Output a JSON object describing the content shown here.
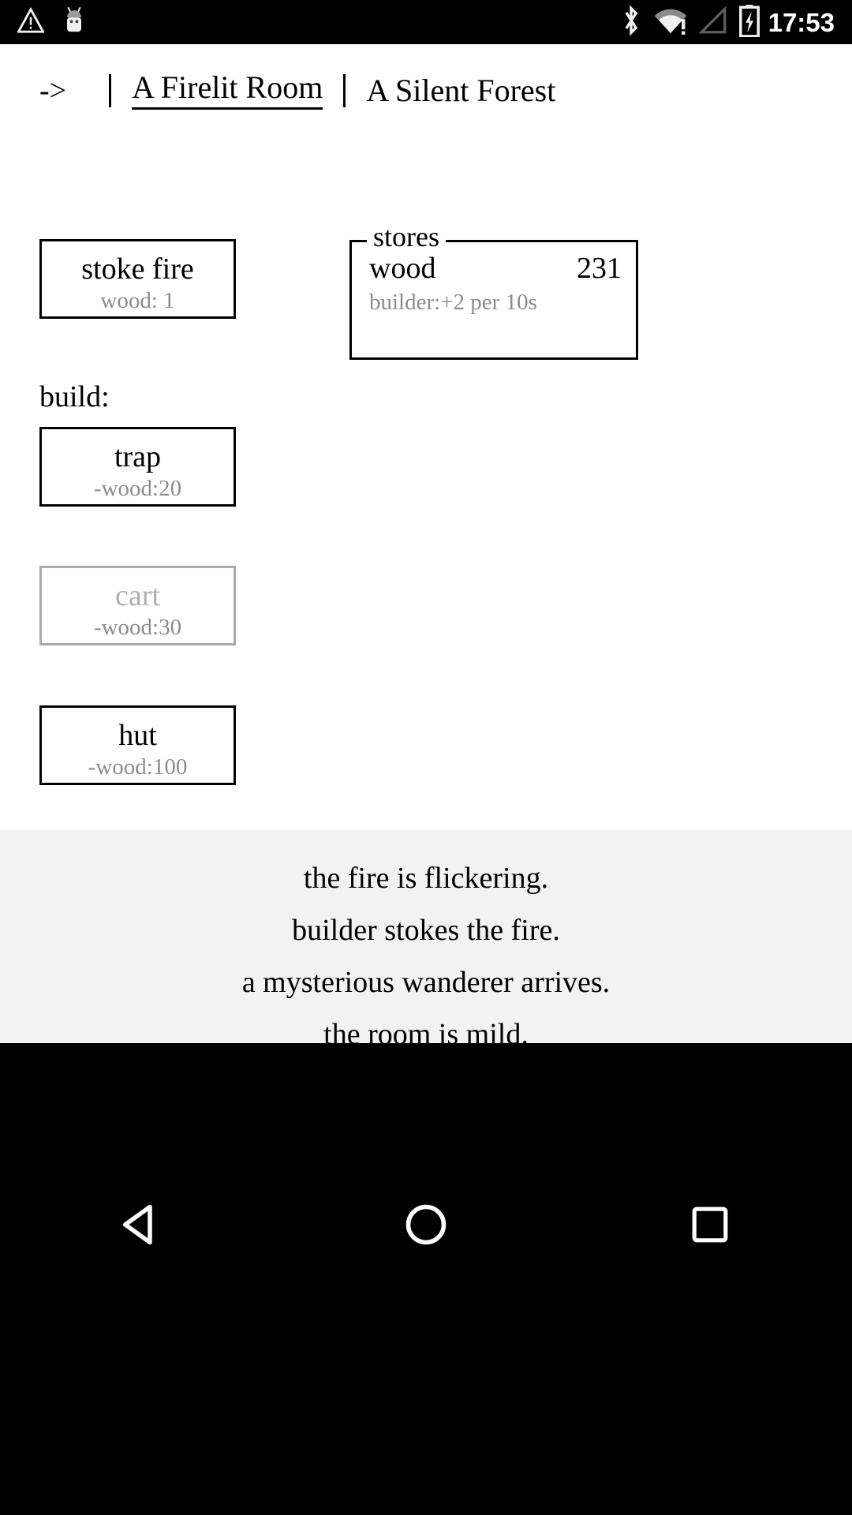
{
  "statusbar": {
    "icons_left": [
      "warning-triangle-icon",
      "android-robot-icon"
    ],
    "icons_right": [
      "bluetooth-icon",
      "wifi-warning-icon",
      "cell-signal-empty-icon",
      "battery-charging-icon"
    ],
    "time": "17:53"
  },
  "header": {
    "arrow": "->",
    "separator": "|",
    "tabs": [
      {
        "label": "A Firelit Room",
        "active": true
      },
      {
        "label": "A Silent Forest",
        "active": false
      }
    ]
  },
  "room": {
    "stoke": {
      "label": "stoke fire",
      "cost": "wood: 1"
    },
    "build_label": "build:",
    "buildables": [
      {
        "name": "trap",
        "cost": "-wood:20",
        "disabled": false
      },
      {
        "name": "cart",
        "cost": "-wood:30",
        "disabled": true
      },
      {
        "name": "hut",
        "cost": "-wood:100",
        "disabled": false
      }
    ]
  },
  "stores": {
    "legend": "stores",
    "rows": [
      {
        "name": "wood",
        "value": "231",
        "tooltip": "builder:+2 per 10s"
      }
    ]
  },
  "log": {
    "lines": [
      "the fire is flickering.",
      "builder stokes the fire.",
      "a mysterious wanderer arrives.",
      "the room is mild."
    ]
  },
  "navbar": {
    "buttons": [
      "back-triangle-icon",
      "home-circle-icon",
      "recents-square-icon"
    ]
  },
  "colors": {
    "background": "#ffffff",
    "text": "#000000",
    "muted": "#8c8c8c",
    "disabled": "#b0b0b0",
    "log_background": "#f2f2f2",
    "system_bar": "#000000"
  }
}
